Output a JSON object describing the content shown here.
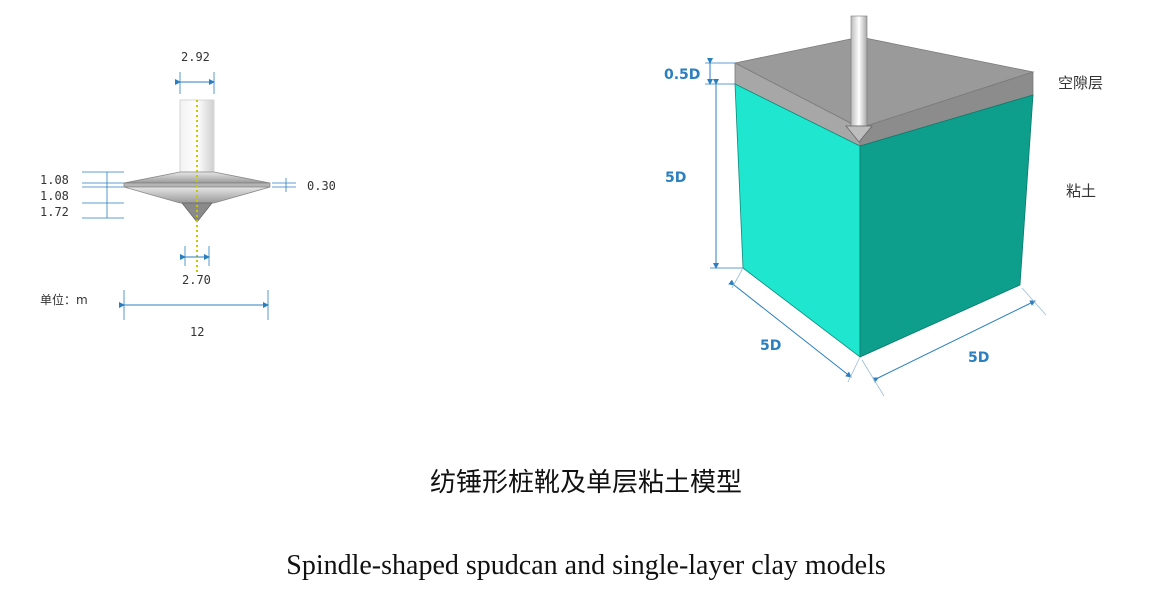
{
  "spudcan": {
    "dims": {
      "top_width": "2.92",
      "h1": "1.08",
      "h2": "1.08",
      "h3": "1.72",
      "edge": "0.30",
      "tip_width": "2.70",
      "diameter": "12"
    },
    "unit_label": "单位：m"
  },
  "soil_block": {
    "void_thickness": "0.5D",
    "depth": "5D",
    "width_left": "5D",
    "width_right": "5D",
    "void_layer_label": "空隙层",
    "clay_label": "粘土"
  },
  "captions": {
    "zh": "纺锤形桩靴及单层粘土模型",
    "en": "Spindle-shaped spudcan and single-layer clay models"
  },
  "colors": {
    "clay_front": "#1ee6cf",
    "clay_side": "#0e9e8c",
    "void_layer": "#9a9a9a",
    "dim_blue": "#2a7fc0"
  }
}
